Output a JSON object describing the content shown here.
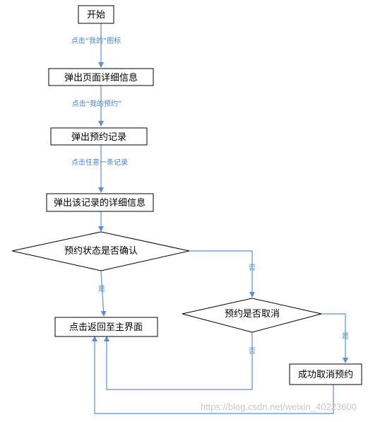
{
  "diagram": {
    "nodes": {
      "start": "开始",
      "show_detail_page": "弹出页面详细信息",
      "show_bookings": "弹出预约记录",
      "show_record_detail": "弹出该记录的详细信息",
      "booking_confirmed": "预约状态是否确认",
      "booking_cancelable": "预约是否取消",
      "return_main": "点击返回至主界面",
      "cancel_success": "成功取消预约"
    },
    "edge_labels": {
      "click_my_icon": "点击“我的”图标",
      "click_my_bookings": "点击“我的预约”",
      "click_any_record": "点击任意一条记录",
      "confirmed_yes": "是",
      "confirmed_no": "否",
      "cancel_yes": "是",
      "cancel_no": "否"
    },
    "colors": {
      "arrow": "#5b8fd1",
      "edge_text": "#4a86c8",
      "box_border": "#000000"
    }
  },
  "watermark": "https://blog.csdn.net/weixin_40223600"
}
